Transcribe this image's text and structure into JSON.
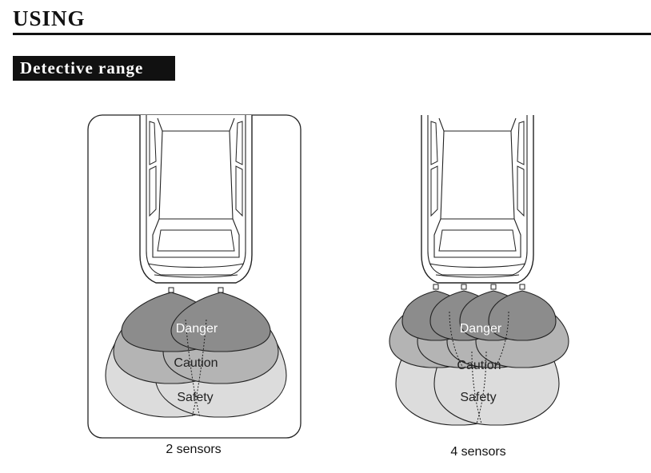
{
  "header": {
    "title": "USING"
  },
  "section": {
    "title": "Detective range"
  },
  "diagrams": [
    {
      "caption": "2 sensors",
      "sensor_count": 2,
      "zones": {
        "danger": "Danger",
        "caution": "Caution",
        "safety": "Safety"
      }
    },
    {
      "caption": "4 sensors",
      "sensor_count": 4,
      "zones": {
        "danger": "Danger",
        "caution": "Caution",
        "safety": "Safety"
      }
    }
  ],
  "colors": {
    "danger": "#8c8c8c",
    "caution": "#b4b4b4",
    "safety": "#dcdcdc",
    "outline": "#222222"
  }
}
